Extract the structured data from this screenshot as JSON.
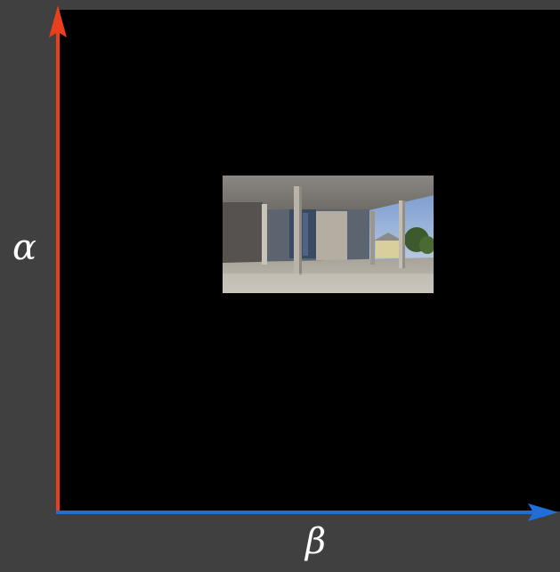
{
  "diagram": {
    "vertical_axis_label": "α",
    "horizontal_axis_label": "β",
    "colors": {
      "background": "#404040",
      "panel": "#000000",
      "vertical_axis": "#e8401c",
      "horizontal_axis": "#1f6fd6",
      "label_text": "#ffffff"
    },
    "photo": {
      "subject_icon": "building-underpass-photo"
    }
  }
}
